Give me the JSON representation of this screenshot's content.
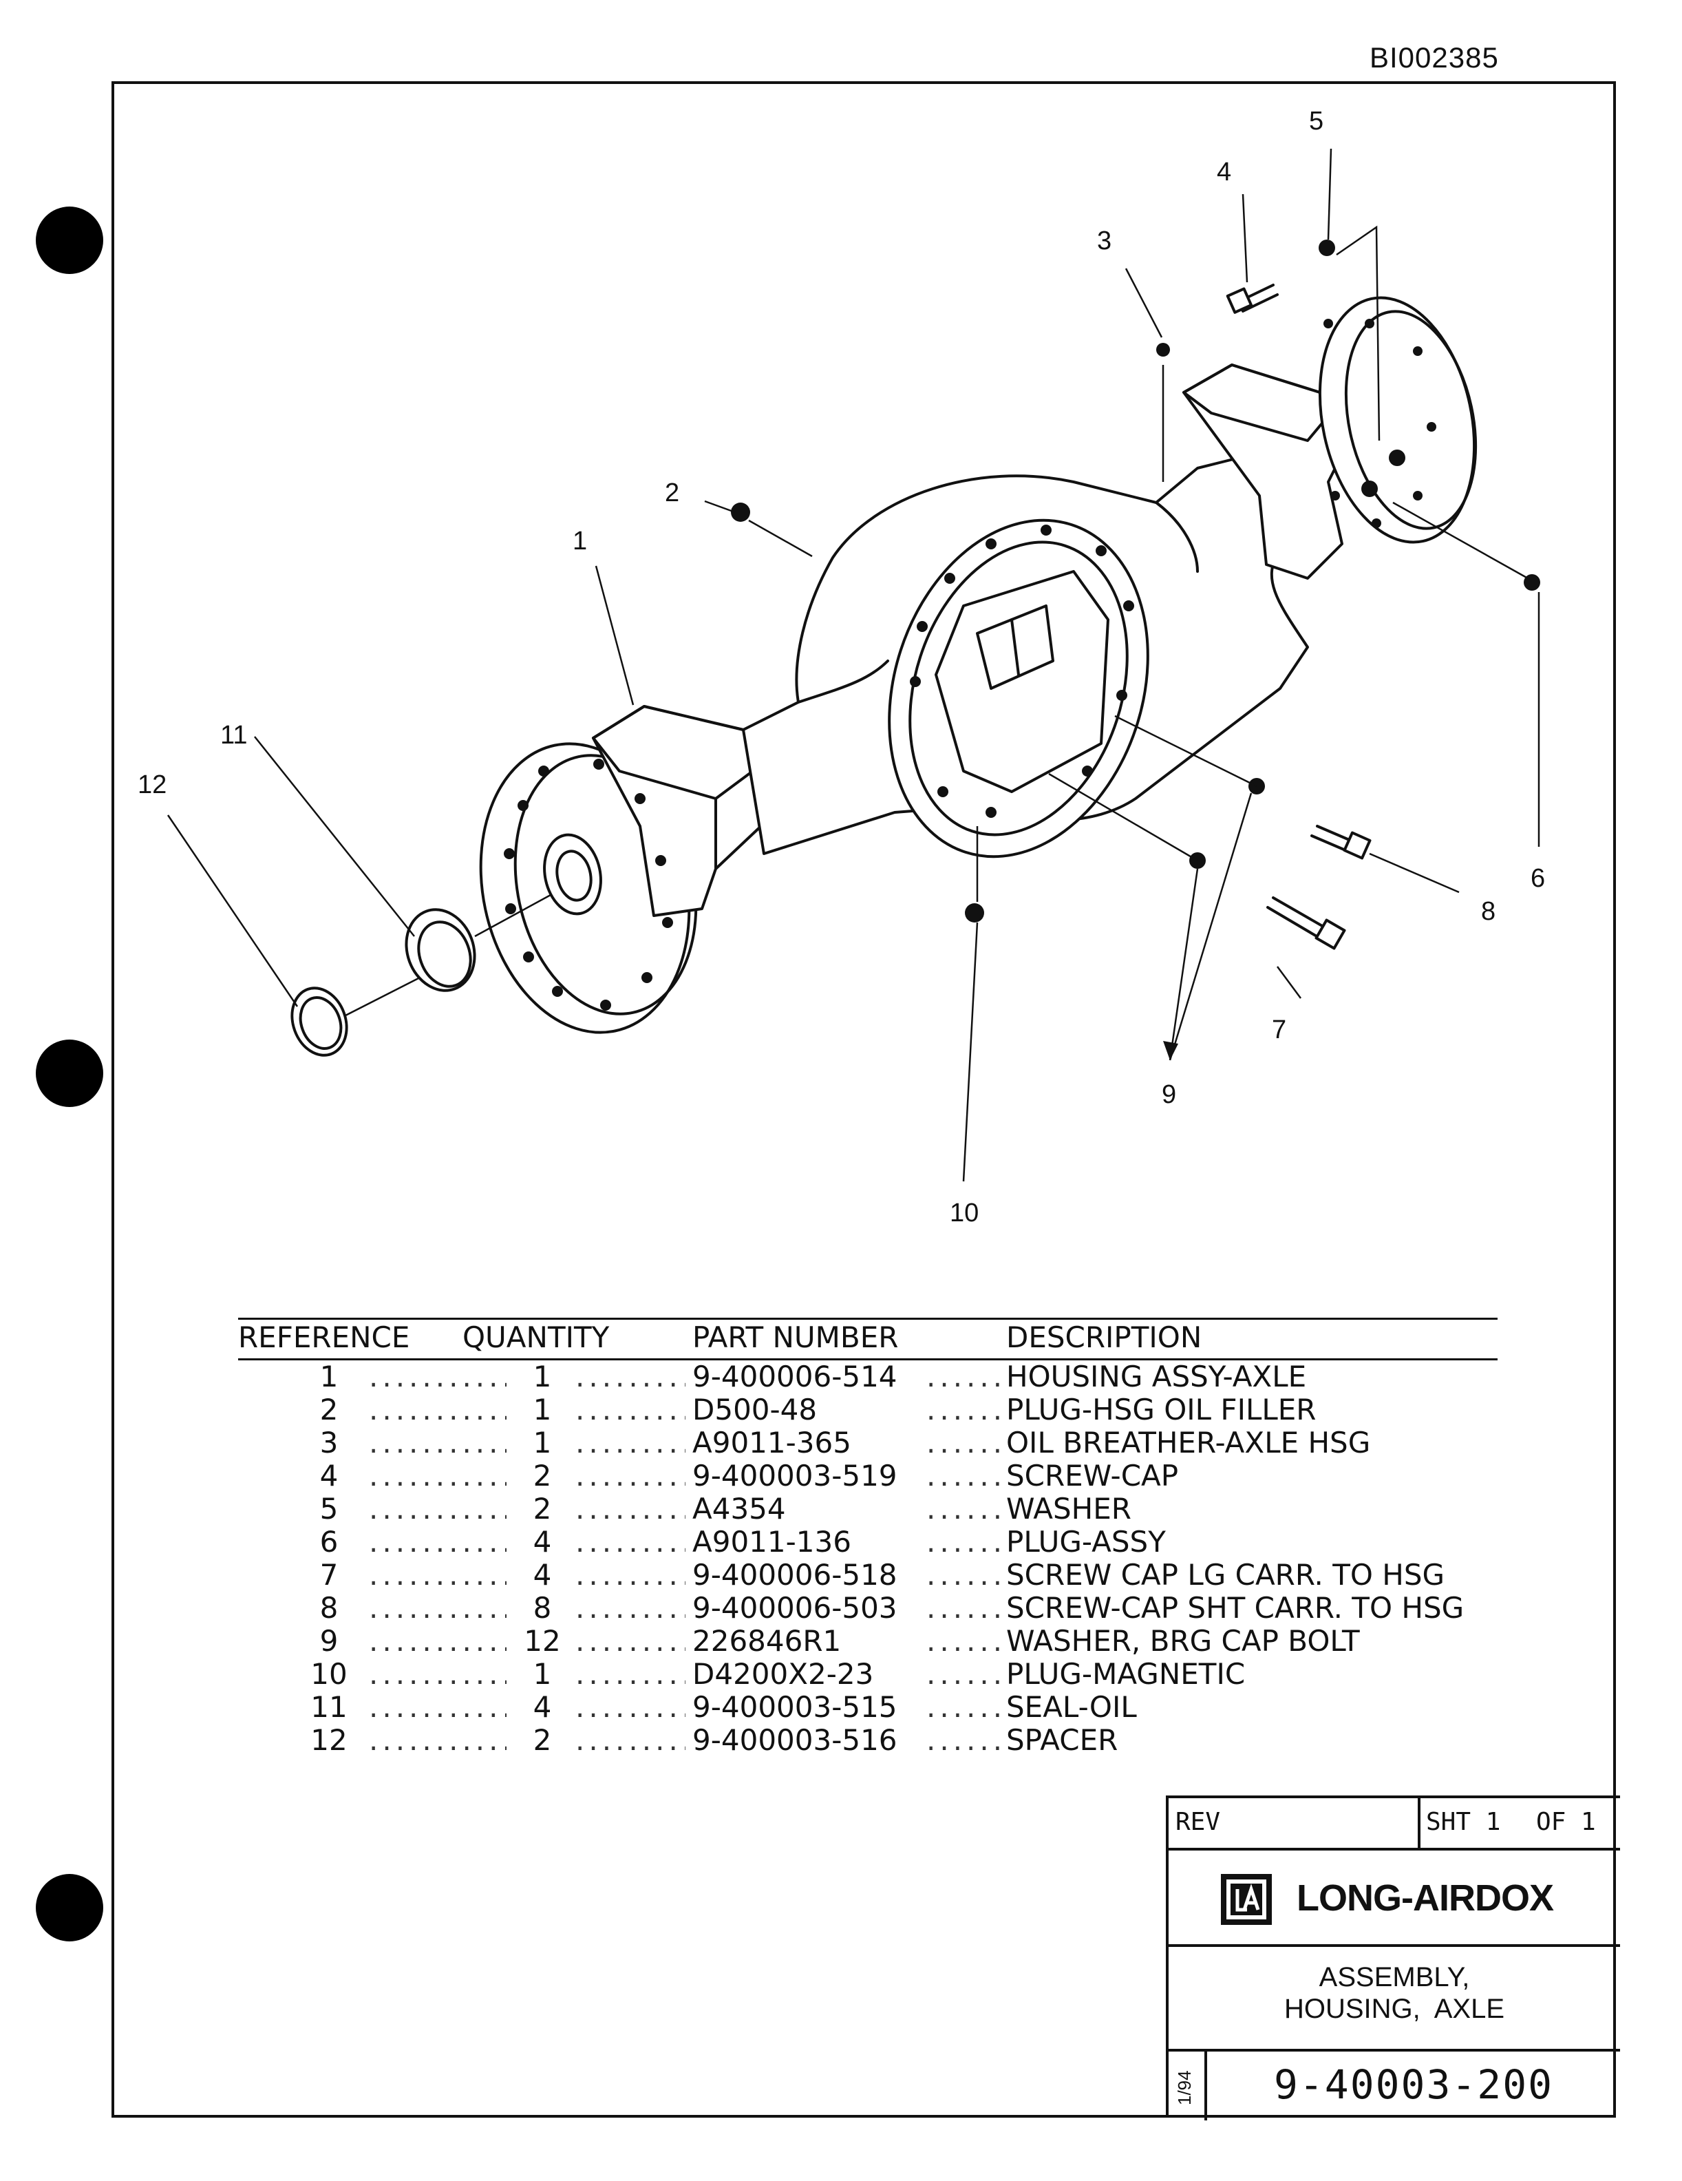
{
  "doc_id": "BI002385",
  "callouts": [
    "1",
    "2",
    "3",
    "4",
    "5",
    "6",
    "7",
    "8",
    "9",
    "10",
    "11",
    "12"
  ],
  "table": {
    "headers": {
      "reference": "REFERENCE",
      "quantity": "QUANTITY",
      "part_number": "PART NUMBER",
      "description": "DESCRIPTION"
    },
    "rows": [
      {
        "ref": "1",
        "qty": "1",
        "pn": "9-400006-514",
        "desc": "HOUSING ASSY-AXLE"
      },
      {
        "ref": "2",
        "qty": "1",
        "pn": "D500-48",
        "desc": "PLUG-HSG OIL FILLER"
      },
      {
        "ref": "3",
        "qty": "1",
        "pn": "A9011-365",
        "desc": "OIL BREATHER-AXLE HSG"
      },
      {
        "ref": "4",
        "qty": "2",
        "pn": "9-400003-519",
        "desc": "SCREW-CAP"
      },
      {
        "ref": "5",
        "qty": "2",
        "pn": "A4354",
        "desc": "WASHER"
      },
      {
        "ref": "6",
        "qty": "4",
        "pn": "A9011-136",
        "desc": "PLUG-ASSY"
      },
      {
        "ref": "7",
        "qty": "4",
        "pn": "9-400006-518",
        "desc": "SCREW CAP LG CARR. TO HSG"
      },
      {
        "ref": "8",
        "qty": "8",
        "pn": "9-400006-503",
        "desc": "SCREW-CAP SHT CARR. TO HSG"
      },
      {
        "ref": "9",
        "qty": "12",
        "pn": "226846R1",
        "desc": "WASHER, BRG CAP BOLT"
      },
      {
        "ref": "10",
        "qty": "1",
        "pn": "D4200X2-23",
        "desc": "PLUG-MAGNETIC"
      },
      {
        "ref": "11",
        "qty": "4",
        "pn": "9-400003-515",
        "desc": "SEAL-OIL"
      },
      {
        "ref": "12",
        "qty": "2",
        "pn": "9-400003-516",
        "desc": "SPACER"
      }
    ]
  },
  "title_block": {
    "rev_label": "REV",
    "sheet": "SHT 1",
    "of": "OF 1",
    "brand": "LONG-AIRDOX",
    "title_line1": "ASSEMBLY,",
    "title_line2": "HOUSING,  AXLE",
    "date": "1/94",
    "drawing_number": "9-40003-200"
  }
}
